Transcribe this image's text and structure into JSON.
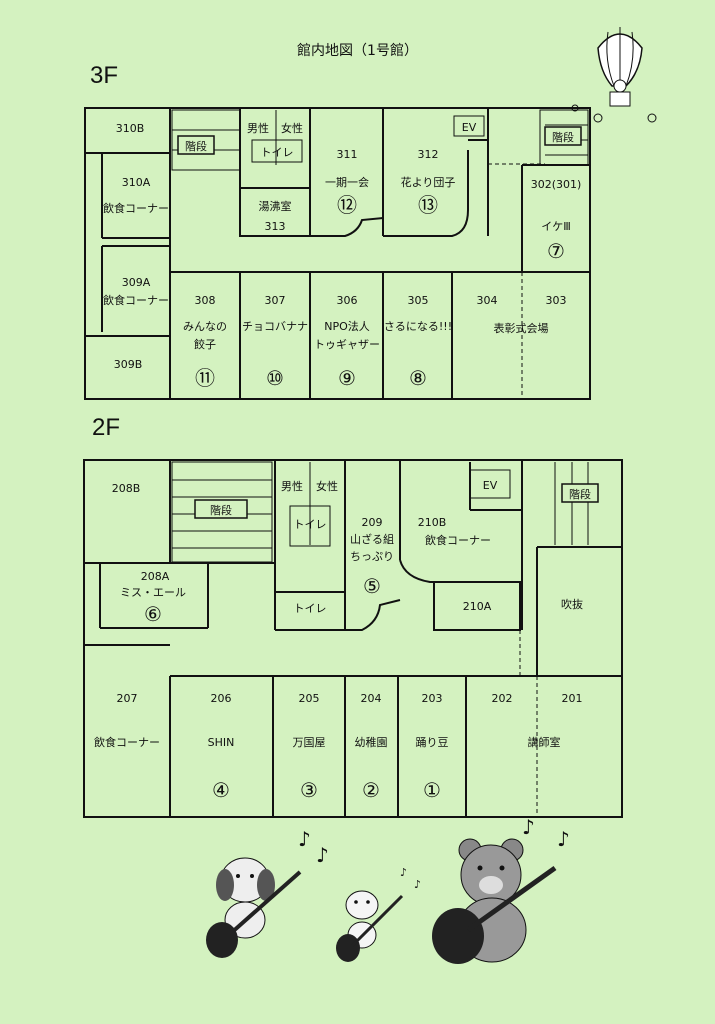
{
  "title": "館内地図（1号館）",
  "floor3": {
    "label": "3F",
    "r310b": "310B",
    "stairs_left": "階段",
    "male": "男性",
    "female": "女性",
    "toilet": "トイレ",
    "r313_name": "湯沸室",
    "r313_num": "313",
    "r310a_num": "310A",
    "r310a_name": "飲食コーナー",
    "r309a_num": "309A",
    "r309a_name": "飲食コーナー",
    "r309b": "309B",
    "r311_num": "311",
    "r311_name": "一期一会",
    "r311_mark": "⑫",
    "r312_num": "312",
    "r312_name": "花より団子",
    "r312_mark": "⑬",
    "ev": "EV",
    "stairs_right": "階段",
    "r302_num": "302(301)",
    "r302_name": "イケⅢ",
    "r302_mark": "⑦",
    "r308_num": "308",
    "r308_name1": "みんなの",
    "r308_name2": "餃子",
    "r308_mark": "⑪",
    "r307_num": "307",
    "r307_name": "チョコバナナ",
    "r307_mark": "⑩",
    "r306_num": "306",
    "r306_name1": "NPO法人",
    "r306_name2": "トゥギャザー",
    "r306_mark": "⑨",
    "r305_num": "305",
    "r305_name": "さるになる!!!",
    "r305_mark": "⑧",
    "r304_num": "304",
    "r303_num": "303",
    "r304_name": "表彰式会場"
  },
  "floor2": {
    "label": "2F",
    "r208b": "208B",
    "stairs_left": "階段",
    "male": "男性",
    "female": "女性",
    "toilet": "トイレ",
    "toilet2": "トイレ",
    "r208a_num": "208A",
    "r208a_name": "ミス・エール",
    "r208a_mark": "⑥",
    "r209_num": "209",
    "r209_name1": "山ざる組",
    "r209_name2": "ちっぷり",
    "r209_mark": "⑤",
    "ev": "EV",
    "r210b_num": "210B",
    "r210b_name": "飲食コーナー",
    "r210a": "210A",
    "stairs_right": "階段",
    "fukinuke": "吹抜",
    "r207_num": "207",
    "r207_name": "飲食コーナー",
    "r206_num": "206",
    "r206_name": "SHIN",
    "r206_mark": "④",
    "r205_num": "205",
    "r205_name": "万国屋",
    "r205_mark": "③",
    "r204_num": "204",
    "r204_name": "幼稚園",
    "r204_mark": "②",
    "r203_num": "203",
    "r203_name": "踊り豆",
    "r203_mark": "①",
    "r202_num": "202",
    "r201_num": "201",
    "r202_name": "講師室"
  },
  "illustrations": [
    "hot-air-balloon",
    "puppy-guitarist",
    "mouse-guitarist",
    "bear-guitarist",
    "music-notes"
  ]
}
